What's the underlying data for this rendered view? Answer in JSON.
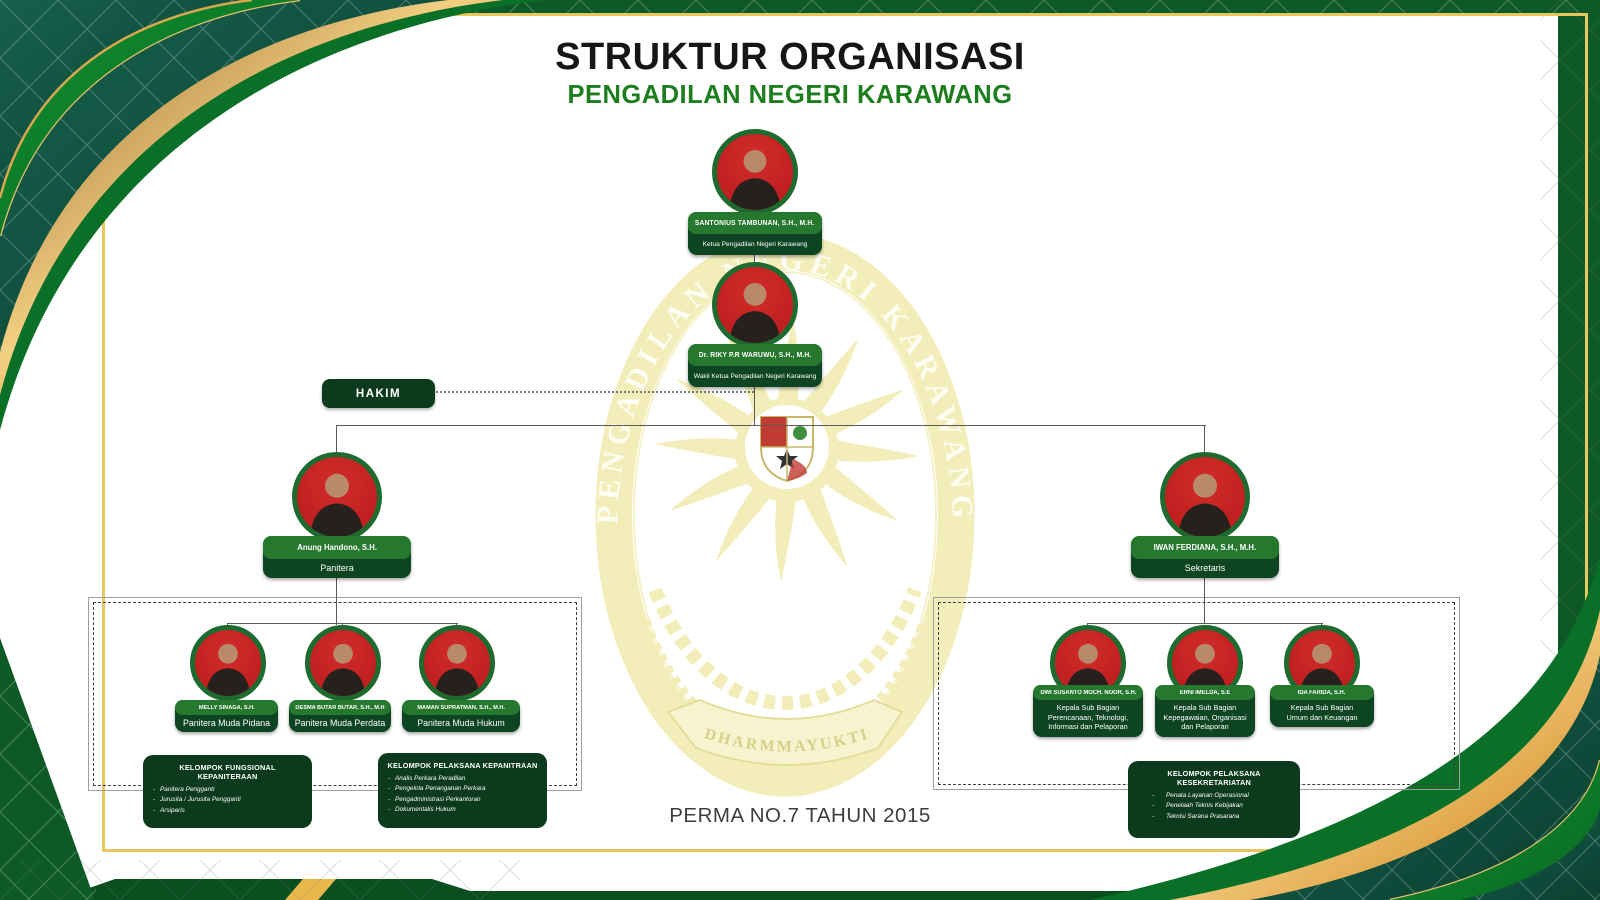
{
  "header": {
    "title": "STRUKTUR ORGANISASI",
    "subtitle": "PENGADILAN NEGERI KARAWANG"
  },
  "footer": {
    "text": "PERMA NO.7 TAHUN 2015"
  },
  "hakim": {
    "label": "HAKIM"
  },
  "watermark": {
    "ring_text": "PENGADILAN NEGERI KARAWANG",
    "ribbon_text": "DHARMMAYUKTI"
  },
  "people": {
    "ketua": {
      "name": "SANTONIUS TAMBUNAN, S.H., M.H.",
      "role": "Ketua Pengadilan Negeri Karawang"
    },
    "wakil": {
      "name": "Dr. RIKY P.R WARUWU, S.H., M.H.",
      "role": "Wakil Ketua Pengadilan Negeri Karawang"
    },
    "panitera": {
      "name": "Anung Handono, S.H.",
      "role": "Panitera"
    },
    "sekretaris": {
      "name": "IWAN FERDIANA, S.H., M.H.",
      "role": "Sekretaris"
    },
    "muda_pidana": {
      "name": "MELLY SINAGA, S.H.",
      "role": "Panitera Muda Pidana"
    },
    "muda_perdata": {
      "name": "DESMA BUTAR BUTAR, S.H., M.H",
      "role": "Panitera Muda Perdata"
    },
    "muda_hukum": {
      "name": "MAMAN SUPRATMAN, S.H., M.H.",
      "role": "Panitera Muda Hukum"
    },
    "kasub_ptip": {
      "name": "DWI SUSANTO MOCH. NOOR, S.H.",
      "role": "Kepala Sub Bagian\nPerencanaan, Teknologi,\nInformasi dan Pelaporan"
    },
    "kasub_kop": {
      "name": "ERNI IMELDA, S.E",
      "role": "Kepala Sub Bagian\nKepegawaian, Organisasi\ndan Pelaporan"
    },
    "kasub_uk": {
      "name": "IDA FARIDA, S.H.",
      "role": "Kepala Sub Bagian\nUmum dan Keuangan"
    }
  },
  "groups": {
    "fungsional": {
      "title": "KELOMPOK FUNGSIONAL KEPANITERAAN",
      "items": [
        "Panitera Pengganti",
        "Jurusita / Jurusita Pengganti",
        "Arsiparis"
      ]
    },
    "pelaksana_kepaniteraan": {
      "title": "KELOMPOK PELAKSANA KEPANITRAAN",
      "items": [
        "Analis Perkara Peradilan",
        "Pengelola Penanganan Perkara",
        "Pengadministrasi Perkantoran",
        "Dokumentalis Hukum"
      ]
    },
    "pelaksana_kesekretariatan": {
      "title": "KELOMPOK PELAKSANA KESEKRETARIATAN",
      "items": [
        "Penata Layanan Operasional",
        "Penelaah Teknis Kebijakan",
        "Teknisi Sarana Prasarana"
      ]
    }
  },
  "colors": {
    "green-deep": "#0d4422",
    "green-mid": "#27782f",
    "green-box": "#0b3a1c",
    "ring-green": "#1d6b2e",
    "photo-red": "#b81a1a",
    "gold-line": "#e9c75f",
    "title-black": "#161616",
    "title-green": "#1d7e1d",
    "line": "#5a5a5a",
    "band-green": "#0e5a26",
    "watermark-yellow": "#f2edb9"
  }
}
